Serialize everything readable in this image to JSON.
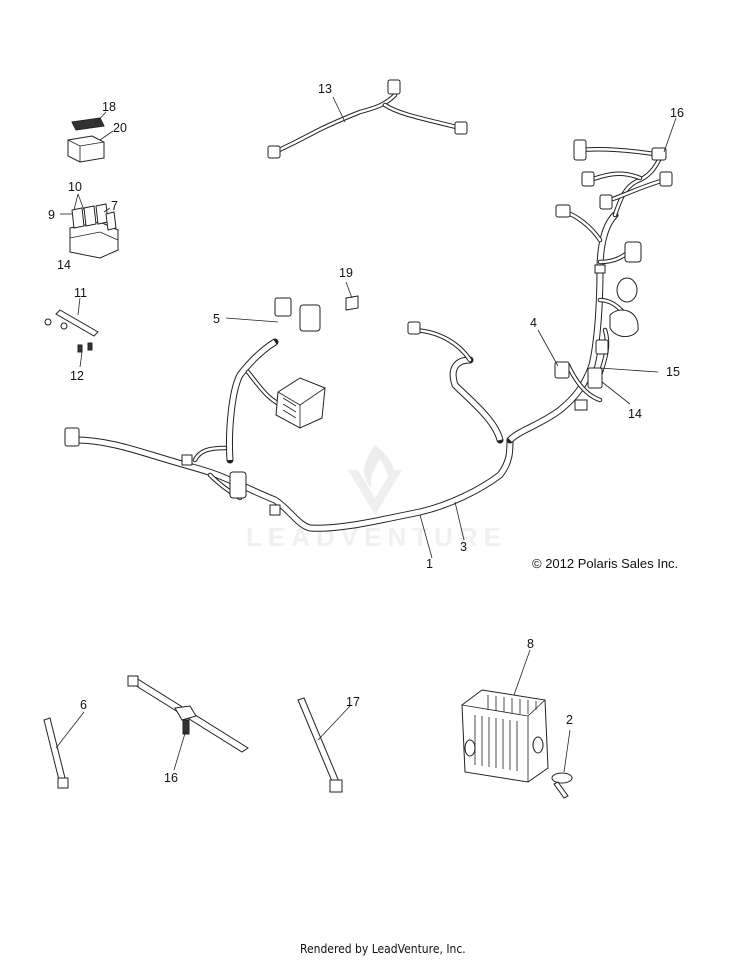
{
  "callouts": {
    "c1": "1",
    "c2": "2",
    "c3": "3",
    "c4": "4",
    "c5": "5",
    "c6": "6",
    "c7": "7",
    "c8": "8",
    "c9": "9",
    "c10": "10",
    "c11": "11",
    "c12": "12",
    "c13": "13",
    "c14a": "14",
    "c14b": "14",
    "c15": "15",
    "c16a": "16",
    "c16b": "16",
    "c17": "17",
    "c18": "18",
    "c19": "19",
    "c20": "20"
  },
  "copyright": "© 2012 Polaris Sales Inc.",
  "watermark": "LEADVENTURE",
  "footer": "Rendered by LeadVenture, Inc."
}
